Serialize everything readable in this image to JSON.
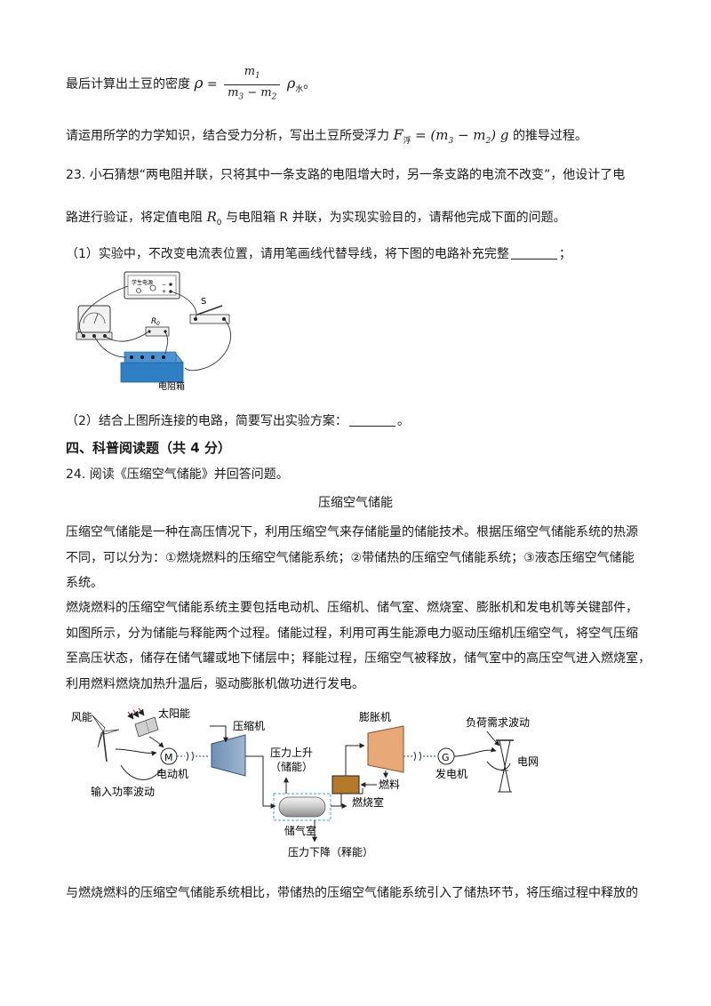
{
  "density": {
    "prefix": "最后计算出土豆的密度",
    "rho": "ρ",
    "eq": "=",
    "num": "m",
    "num_sub": "1",
    "den_a": "m",
    "den_a_sub": "3",
    "minus": "−",
    "den_b": "m",
    "den_b_sub": "2",
    "rho_water": "ρ",
    "rho_water_sub": "水",
    "end": "。"
  },
  "buoyancy": {
    "prefix": "请运用所学的力学知识，结合受力分析，写出土豆所受浮力",
    "F": "F",
    "F_sub": "浮",
    "eq_open": "= (m",
    "sub3": "3",
    "mid": " − m",
    "sub2": "2",
    "eq_close": ") g",
    "suffix": "的推导过程。"
  },
  "q23": {
    "line1": "23. 小石猜想“两电阻并联，只将其中一条支路的电阻增大时，另一条支路的电流不改变”，他设计了电",
    "line2_a": "路进行验证，将定值电阻",
    "R0": "R",
    "R0_sub": "0",
    "line2_b": "与电阻箱 R 并联，为实现实验目的，请帮他完成下面的问题。",
    "p1": "（1）实验中，不改变电流表位置，请用笔画线代替导线，将下图的电路补充完整",
    "p1_end": "；",
    "p2": "（2）结合上图所连接的电路，简要写出实验方案：",
    "p2_end": "。"
  },
  "circuit": {
    "source_label": "学生电源",
    "switch_label": "S",
    "r0_label": "R",
    "r0_sub": "0",
    "box_label": "电阻箱"
  },
  "section4": {
    "title": "四、科普阅读题（共 4 分）"
  },
  "q24": {
    "intro": "24. 阅读《压缩空气储能》并回答问题。",
    "article_title": "压缩空气储能",
    "para1": [
      "压缩空气储能是一种在高压情况下，利用压缩空气来存储能量的储能技术。根据压缩空气储能系统的热源",
      "不同，可以分为：①燃烧燃料的压缩空气储能系统；②带储热的压缩空气储能系统；③液态压缩空气储能",
      "系统。"
    ],
    "para2": [
      "燃烧燃料的压缩空气储能系统主要包括电动机、压缩机、储气室、燃烧室、膨胀机和发电机等关键部件，",
      "如图所示，分为储能与释能两个过程。储能过程，利用可再生能源电力驱动压缩机压缩空气，将空气压缩",
      "至高压状态，储存在储气罐或地下储层中；释能过程，压缩空气被释放，储气室中的高压空气进入燃烧室，",
      "利用燃料燃烧加热升温后，驱动膨胀机做功进行发电。"
    ],
    "para3": "与燃烧燃料的压缩空气储能系统相比，带储热的压缩空气储能系统引入了储热环节，将压缩过程中释放的"
  },
  "diagram": {
    "wind": "风能",
    "solar": "太阳能",
    "motor_letter": "M",
    "motor": "电动机",
    "input_fluct": "输入功率波动",
    "compressor": "压缩机",
    "pressure_up_1": "压力上升",
    "pressure_up_2": "（储能）",
    "tank": "储气室",
    "pressure_down": "压力下降（释能）",
    "expander": "膨胀机",
    "fuel": "燃料",
    "combustor": "燃烧室",
    "gen_letter": "G",
    "generator": "发电机",
    "load_fluct": "负荷需求波动",
    "grid": "电网"
  }
}
